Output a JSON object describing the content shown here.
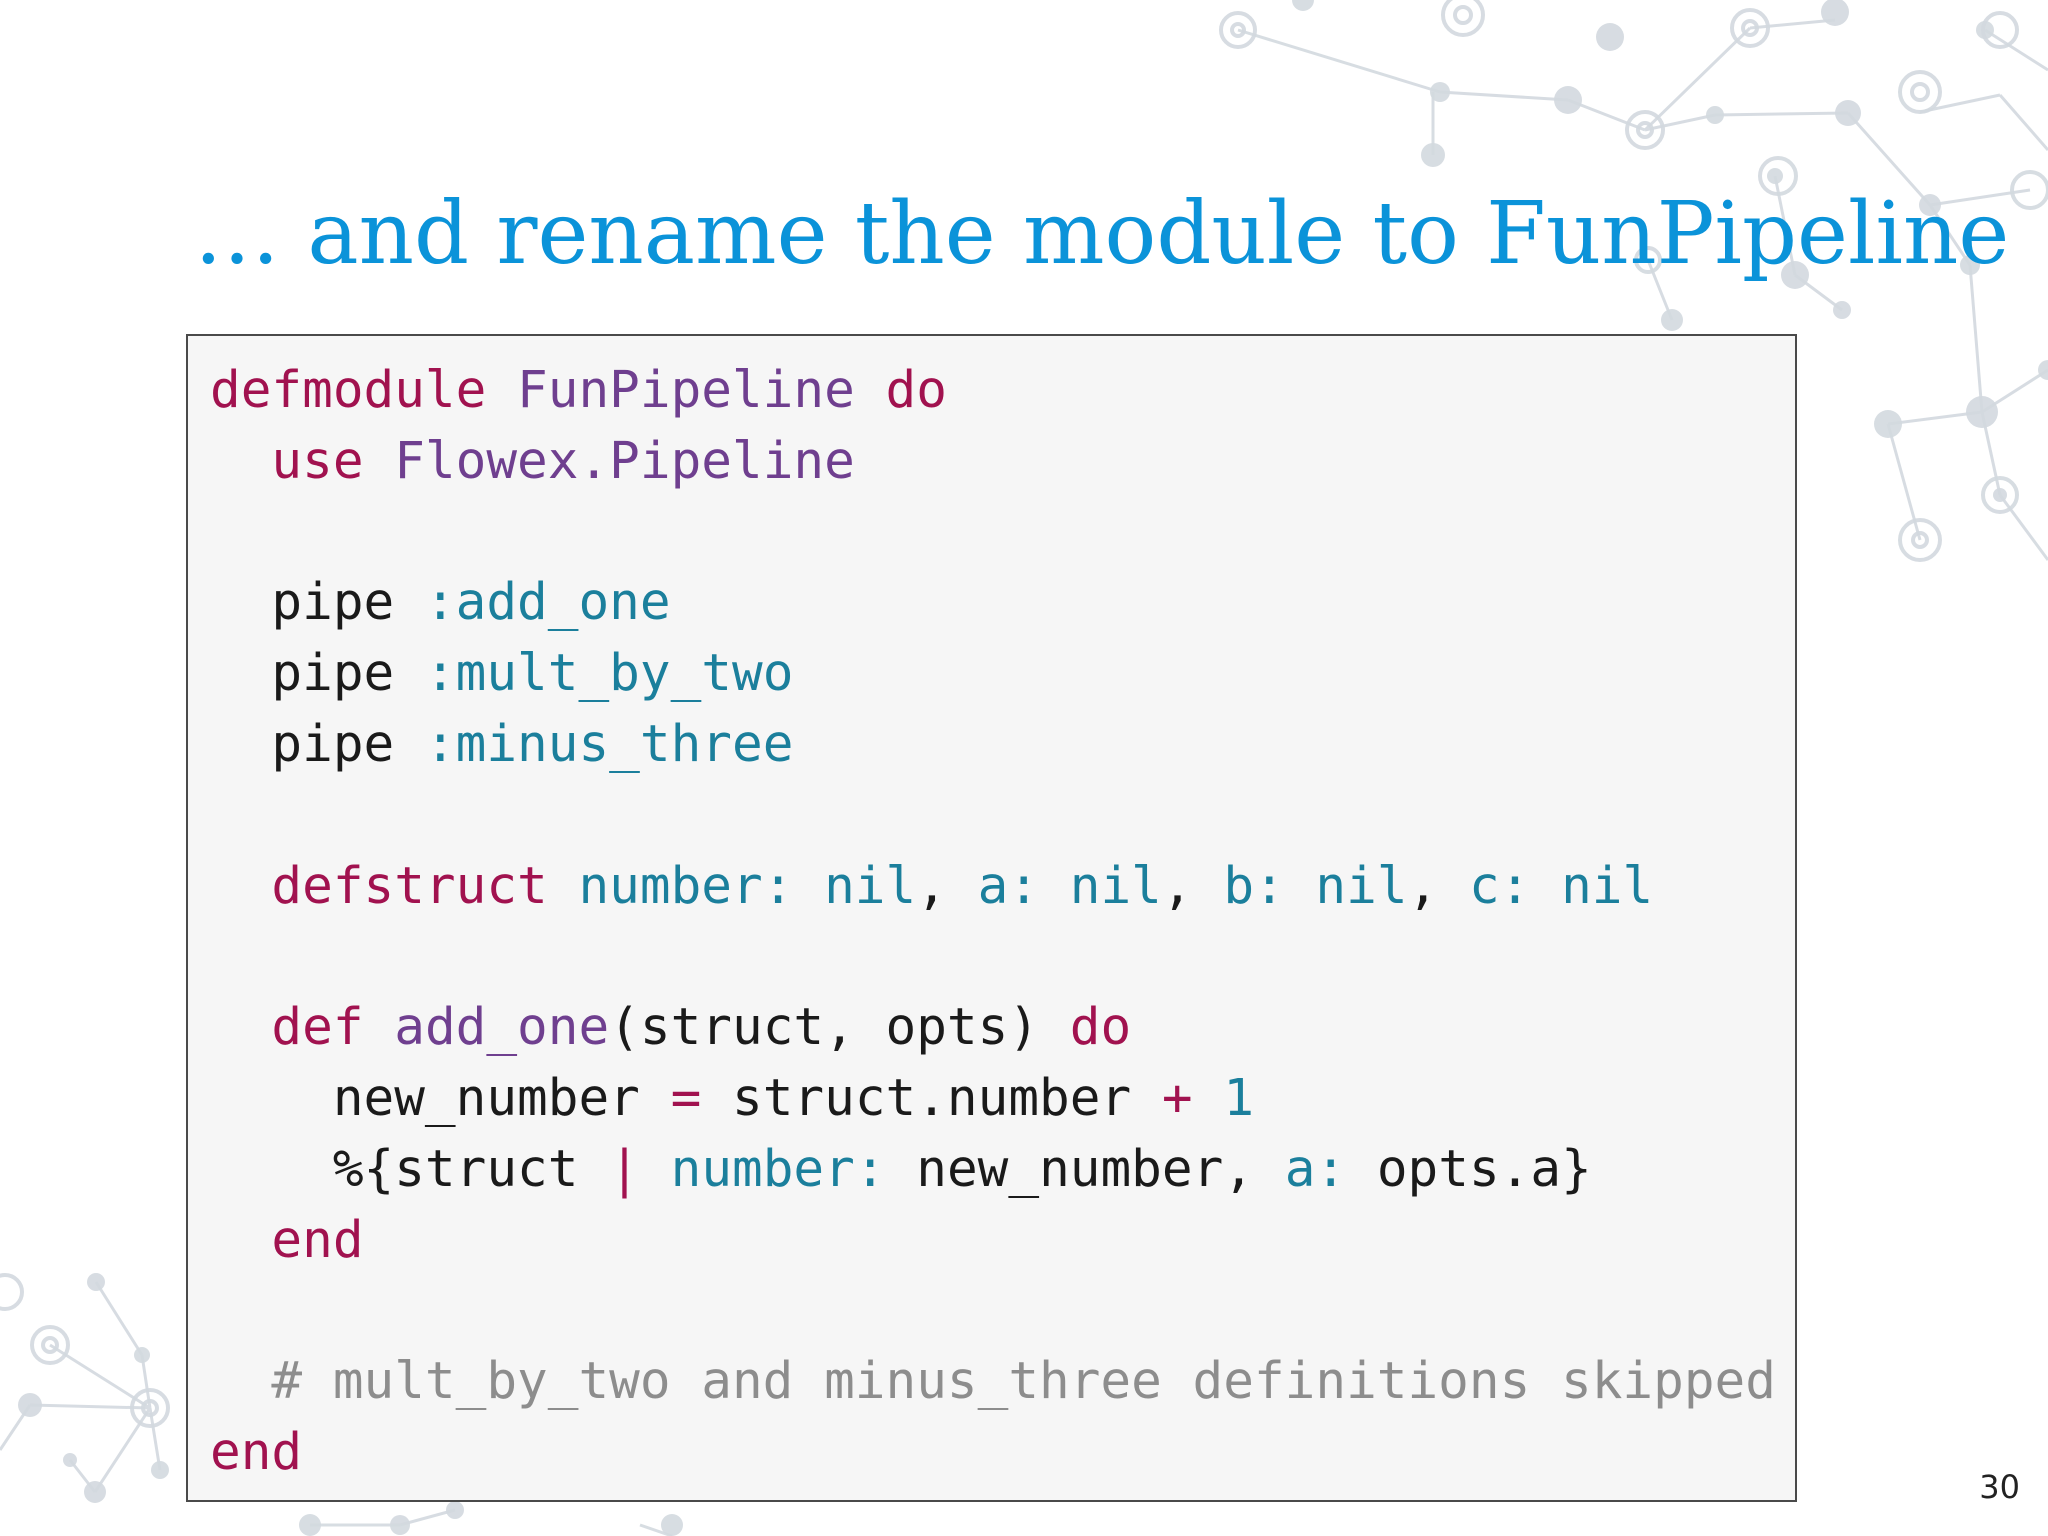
{
  "slide": {
    "title": "… and rename the module to FunPipeline",
    "page_number": "30"
  },
  "code": {
    "lines": [
      [
        {
          "text": "defmodule ",
          "token": "kw"
        },
        {
          "text": "FunPipeline",
          "token": "cls"
        },
        {
          "text": " do",
          "token": "kw"
        }
      ],
      [
        {
          "text": "  use ",
          "token": "kw"
        },
        {
          "text": "Flowex.Pipeline",
          "token": "cls"
        }
      ],
      [],
      [
        {
          "text": "  pipe ",
          "token": "plain"
        },
        {
          "text": ":add_one",
          "token": "atom"
        }
      ],
      [
        {
          "text": "  pipe ",
          "token": "plain"
        },
        {
          "text": ":mult_by_two",
          "token": "atom"
        }
      ],
      [
        {
          "text": "  pipe ",
          "token": "plain"
        },
        {
          "text": ":minus_three",
          "token": "atom"
        }
      ],
      [],
      [
        {
          "text": "  defstruct ",
          "token": "kw"
        },
        {
          "text": "number: nil",
          "token": "atom"
        },
        {
          "text": ", ",
          "token": "plain"
        },
        {
          "text": "a: nil",
          "token": "atom"
        },
        {
          "text": ", ",
          "token": "plain"
        },
        {
          "text": "b: nil",
          "token": "atom"
        },
        {
          "text": ", ",
          "token": "plain"
        },
        {
          "text": "c: nil",
          "token": "atom"
        }
      ],
      [],
      [
        {
          "text": "  def ",
          "token": "kw"
        },
        {
          "text": "add_one",
          "token": "cls"
        },
        {
          "text": "(struct, opts) ",
          "token": "plain"
        },
        {
          "text": "do",
          "token": "kw"
        }
      ],
      [
        {
          "text": "    new_number ",
          "token": "plain"
        },
        {
          "text": "=",
          "token": "kw"
        },
        {
          "text": " struct.number ",
          "token": "plain"
        },
        {
          "text": "+",
          "token": "kw"
        },
        {
          "text": " ",
          "token": "plain"
        },
        {
          "text": "1",
          "token": "atom"
        }
      ],
      [
        {
          "text": "    %{struct ",
          "token": "plain"
        },
        {
          "text": "|",
          "token": "kw"
        },
        {
          "text": " ",
          "token": "plain"
        },
        {
          "text": "number:",
          "token": "atom"
        },
        {
          "text": " new_number, ",
          "token": "plain"
        },
        {
          "text": "a:",
          "token": "atom"
        },
        {
          "text": " opts.a}",
          "token": "plain"
        }
      ],
      [
        {
          "text": "  end",
          "token": "kw"
        }
      ],
      [],
      [
        {
          "text": "  # mult_by_two and minus_three definitions skipped",
          "token": "cmt"
        }
      ],
      [
        {
          "text": "end",
          "token": "kw"
        }
      ]
    ]
  },
  "colors": {
    "title": "#0b93d9",
    "keyword": "#a1124f",
    "module": "#6f3f8f",
    "atom": "#1b7f9c",
    "comment": "#8d8d8d",
    "decoration": "#c8d0d8"
  },
  "decoration": {
    "icon": "molecule-network-icon"
  }
}
